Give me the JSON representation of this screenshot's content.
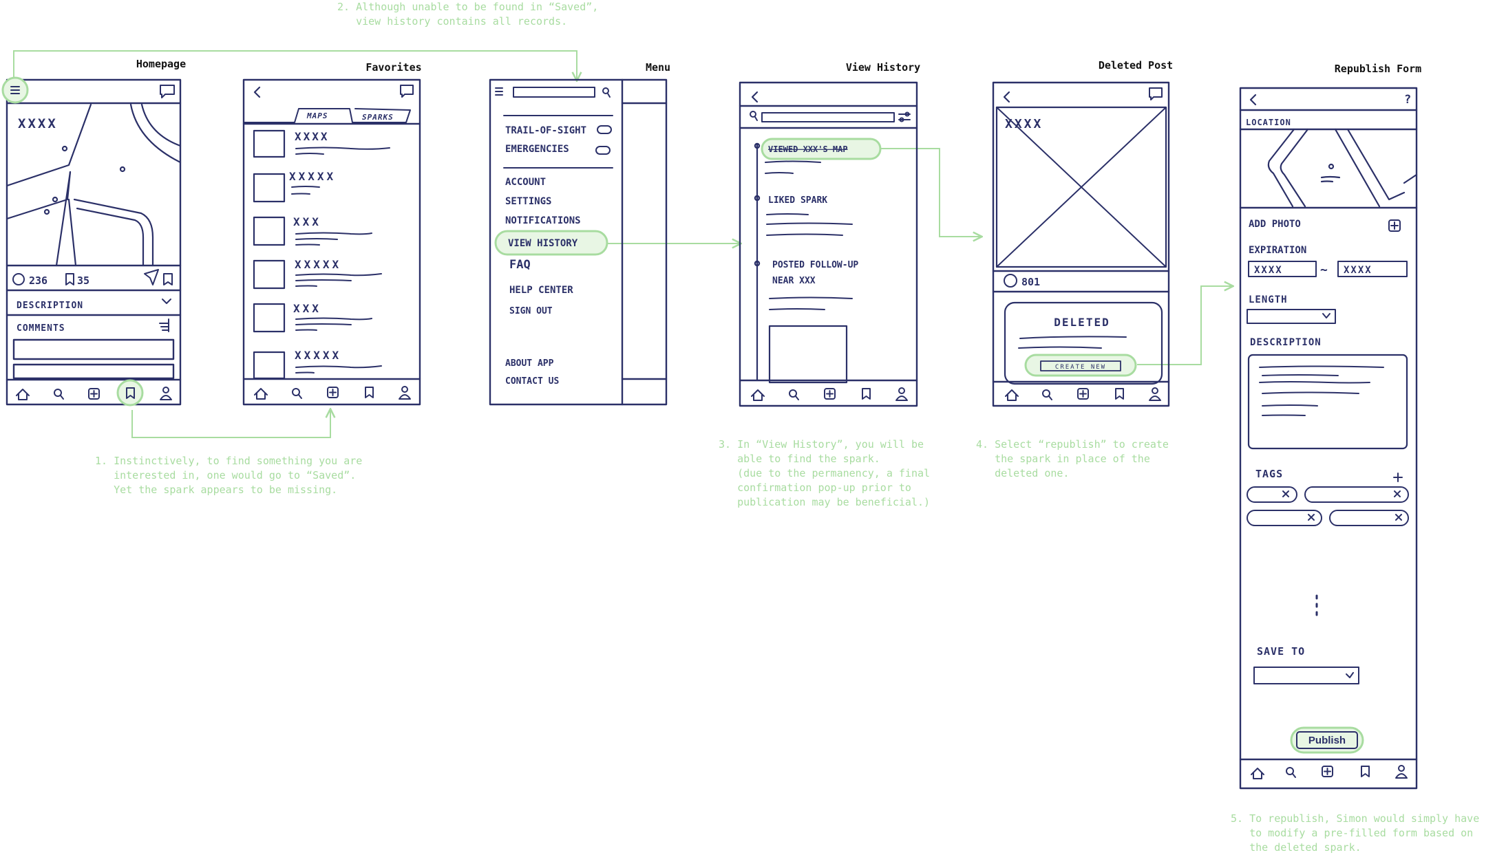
{
  "screens": {
    "homepage": "Homepage",
    "favorites": "Favorites",
    "menu": "Menu",
    "view_history": "View History",
    "deleted_post": "Deleted Post",
    "republish_form": "Republish Form"
  },
  "annotations": {
    "note1": "1. Instinctively, to find something you are\n   interested in, one would go to “Saved”.\n   Yet the spark appears to be missing.",
    "note2": "2. Although unable to be found in “Saved”,\n   view history contains all records.",
    "note3": "3. In “View History”, you will be\n   able to find the spark.\n   (due to the permanency, a final\n   confirmation pop-up prior to\n   publication may be beneficial.)",
    "note4": "4. Select “republish” to create\n   the spark in place of the\n   deleted one.",
    "note5": "5. To republish, Simon would simply have\n   to modify a pre-filled form based on\n   the deleted spark."
  },
  "homepage": {
    "map_label": "XXXX",
    "likes": "236",
    "saves": "35",
    "description": "DESCRIPTION",
    "comments": "COMMENTS"
  },
  "favorites": {
    "tab_maps": "MAPS",
    "tab_sparks": "SPARKS",
    "items": [
      "XXXX",
      "XXXXX",
      "XXX",
      "XXXXX",
      "XXX",
      "XXXXX"
    ]
  },
  "menu": {
    "items": [
      "TRAIL-OF-SIGHT",
      "EMERGENCIES",
      "ACCOUNT",
      "SETTINGS",
      "NOTIFICATIONS",
      "VIEW HISTORY",
      "FAQ",
      "HELP CENTER",
      "SIGN OUT",
      "ABOUT APP",
      "CONTACT US"
    ]
  },
  "view_history": {
    "entries": [
      "VIEWED XXX'S MAP",
      "LIKED SPARK",
      "POSTED FOLLOW-UP",
      "NEAR XXX"
    ]
  },
  "deleted_post": {
    "map_label": "XXXX",
    "likes": "801",
    "deleted": "DELETED",
    "create_new": "CREATE NEW"
  },
  "republish_form": {
    "location": "LOCATION",
    "add_photo": "ADD PHOTO",
    "expiration": "EXPIRATION",
    "exp_from": "XXXX",
    "exp_to": "XXXX",
    "tilde": "~",
    "length": "LENGTH",
    "description": "DESCRIPTION",
    "tags": "TAGS",
    "save_to": "SAVE TO",
    "publish": "Publish",
    "help": "?"
  },
  "colors": {
    "ink": "#2b3068",
    "highlight": "#a8dca0",
    "highlight_fill": "#e8f6e4",
    "annotation": "#a8dca0"
  }
}
